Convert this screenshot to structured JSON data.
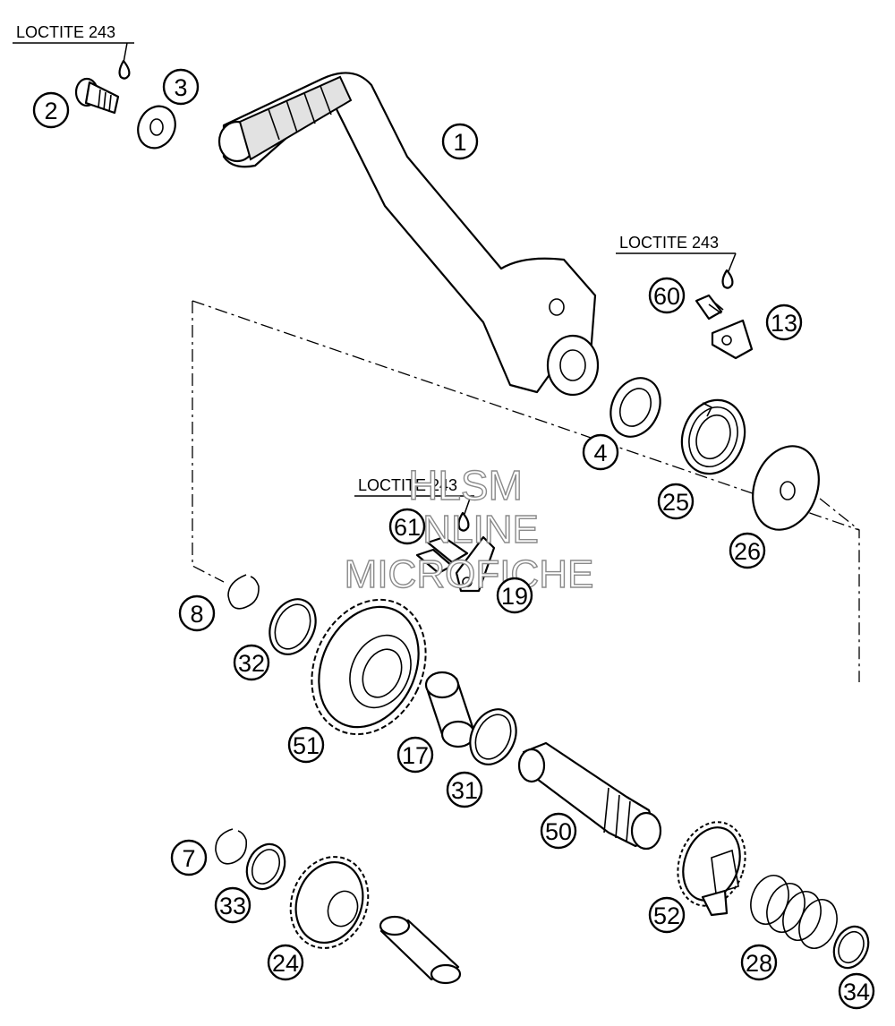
{
  "notes": [
    {
      "id": "note-1",
      "text": "LOCTITE 243"
    },
    {
      "id": "note-2",
      "text": "LOCTITE 243"
    },
    {
      "id": "note-3",
      "text": "LOCTITE 243"
    }
  ],
  "callouts": [
    {
      "id": "c1",
      "label": "1"
    },
    {
      "id": "c2",
      "label": "2"
    },
    {
      "id": "c3",
      "label": "3"
    },
    {
      "id": "c4",
      "label": "4"
    },
    {
      "id": "c60",
      "label": "60"
    },
    {
      "id": "c13",
      "label": "13"
    },
    {
      "id": "c25",
      "label": "25"
    },
    {
      "id": "c26",
      "label": "26"
    },
    {
      "id": "c61",
      "label": "61"
    },
    {
      "id": "c19",
      "label": "19"
    },
    {
      "id": "c8",
      "label": "8"
    },
    {
      "id": "c32",
      "label": "32"
    },
    {
      "id": "c51",
      "label": "51"
    },
    {
      "id": "c17",
      "label": "17"
    },
    {
      "id": "c31",
      "label": "31"
    },
    {
      "id": "c50",
      "label": "50"
    },
    {
      "id": "c7",
      "label": "7"
    },
    {
      "id": "c33",
      "label": "33"
    },
    {
      "id": "c24",
      "label": "24"
    },
    {
      "id": "c52",
      "label": "52"
    },
    {
      "id": "c28",
      "label": "28"
    },
    {
      "id": "c34",
      "label": "34"
    }
  ],
  "watermark": {
    "line1": "HLSM",
    "line2": "ONLINE",
    "line3": "MICROFICHE"
  }
}
